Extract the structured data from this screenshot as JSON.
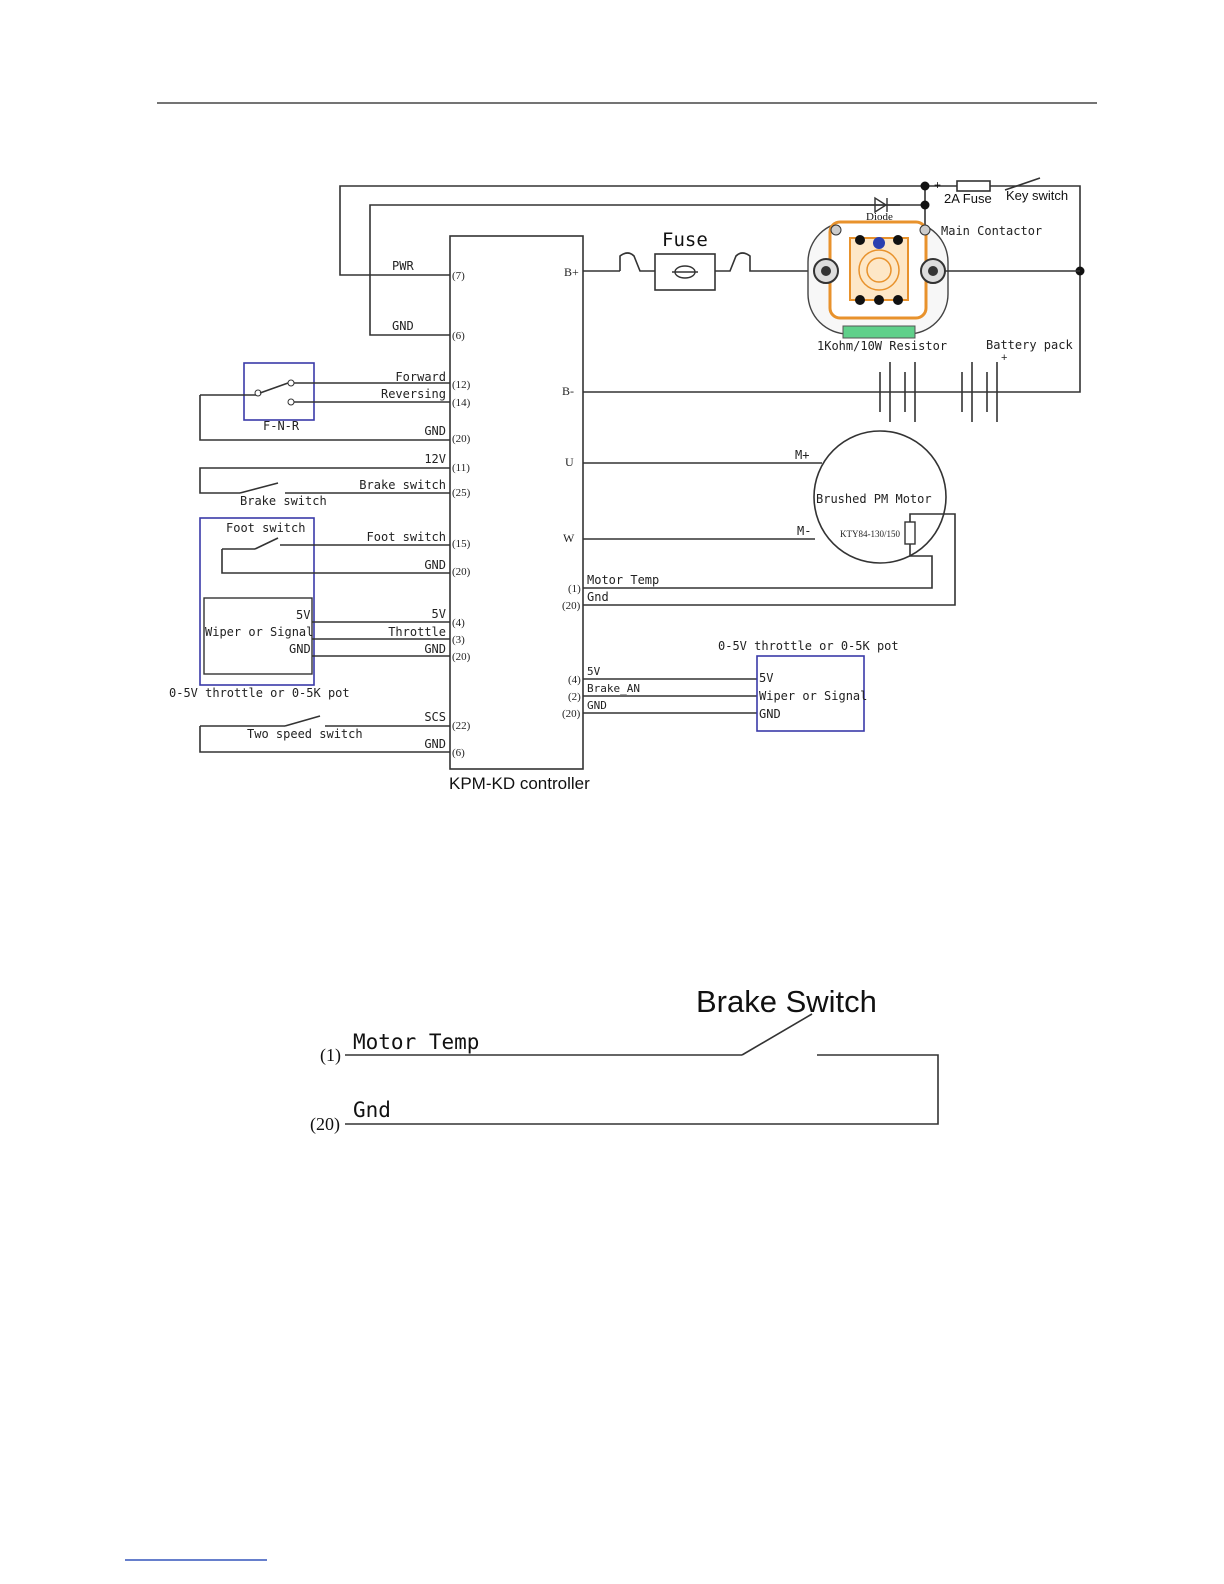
{
  "diagram": {
    "controller_title": "KPM-KD controller",
    "left_labels": {
      "pwr": "PWR",
      "pwr_pin": "(7)",
      "gnd_a": "GND",
      "gnd_a_pin": "(6)",
      "forward": "Forward",
      "forward_pin": "(12)",
      "reversing": "Reversing",
      "reversing_pin": "(14)",
      "gnd_b": "GND",
      "gnd_b_pin": "(20)",
      "v12": "12V",
      "v12_pin": "(11)",
      "brake": "Brake switch",
      "brake_pin": "(25)",
      "foot": "Foot switch",
      "foot_pin": "(15)",
      "gnd_c": "GND",
      "gnd_c_pin": "(20)",
      "v5": "5V",
      "v5_pin": "(4)",
      "throttle": "Throttle",
      "throttle_pin": "(3)",
      "gnd_d": "GND",
      "gnd_d_pin": "(20)",
      "scs": "SCS",
      "scs_pin": "(22)",
      "gnd_e": "GND",
      "gnd_e_pin": "(6)"
    },
    "right_labels": {
      "bplus": "B+",
      "bminus": "B-",
      "u": "U",
      "w": "W",
      "motor_temp": "Motor Temp",
      "motor_temp_pin": "(1)",
      "gnd_f": "Gnd",
      "gnd_f_pin": "(20)",
      "v5_r": "5V",
      "v5_r_pin": "(4)",
      "brake_an": "Brake_AN",
      "brake_an_pin": "(2)",
      "gnd_r": "GND",
      "gnd_r_pin": "(20)"
    },
    "fnr_label": "F-N-R",
    "brake_switch_label": "Brake switch",
    "foot_switch_box_label": "Foot switch",
    "pot_box": {
      "v5": "5V",
      "wiper": "Wiper or Signal",
      "gnd": "GND"
    },
    "pot_caption_left": "0-5V throttle or 0-5K pot",
    "two_speed_label": "Two speed switch",
    "pot_caption_right": "0-5V throttle or 0-5K pot",
    "pot_box_right": {
      "v5": "5V",
      "wiper": "Wiper or Signal",
      "gnd": "GND"
    },
    "fuse_label": "Fuse",
    "diode_label": "Diode",
    "fuse2a_label": "2A Fuse",
    "key_switch_label": "Key switch",
    "main_contactor_label": "Main Contactor",
    "resistor_label": "1Kohm/10W Resistor",
    "battery_label": "Battery pack",
    "plus_sign": "+",
    "motor_label": "Brushed PM Motor",
    "m_plus": "M+",
    "m_minus": "M-",
    "sensor_label": "KTY84-130/150"
  },
  "lower": {
    "title": "Brake Switch",
    "motor_temp": "Motor Temp",
    "motor_temp_pin": "(1)",
    "gnd": "Gnd",
    "gnd_pin": "(20)"
  },
  "colors": {
    "contactor": "#e8922c",
    "resistor": "#5fd08a",
    "blue_box": "#3a3aa8"
  }
}
